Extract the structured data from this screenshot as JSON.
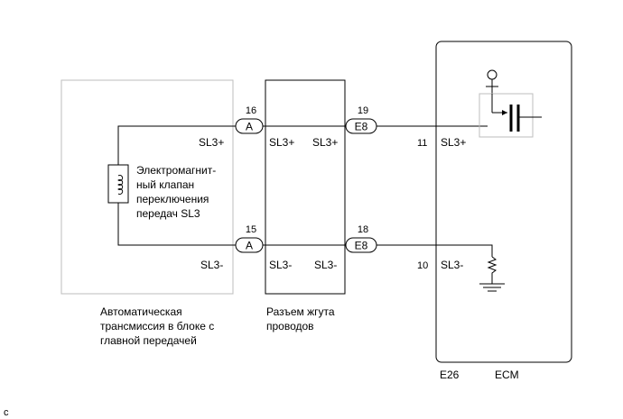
{
  "components": {
    "transmission": {
      "label_lines": [
        "Автоматическая",
        "трансмиссия в блоке с",
        "главной передачей"
      ],
      "pin_plus": "SL3+",
      "pin_minus": "SL3-"
    },
    "solenoid": {
      "label_lines": [
        "Электромагнит-",
        "ный клапан",
        "переключения",
        "передач SL3"
      ]
    },
    "harness": {
      "label_lines": [
        "Разъем жгута",
        "проводов"
      ],
      "left_plus": "SL3+",
      "right_plus": "SL3+",
      "left_minus": "SL3-",
      "right_minus": "SL3-"
    },
    "ecm": {
      "connector": "E26",
      "name": "ECM",
      "pin_plus": "SL3+",
      "pin_minus": "SL3-",
      "pin_plus_num": "11",
      "pin_minus_num": "10"
    }
  },
  "connectors": {
    "a_top": {
      "label": "A",
      "pin": "16"
    },
    "a_bottom": {
      "label": "A",
      "pin": "15"
    },
    "e8_top": {
      "label": "E8",
      "pin": "19"
    },
    "e8_bottom": {
      "label": "E8",
      "pin": "18"
    }
  },
  "corner_mark": "c"
}
